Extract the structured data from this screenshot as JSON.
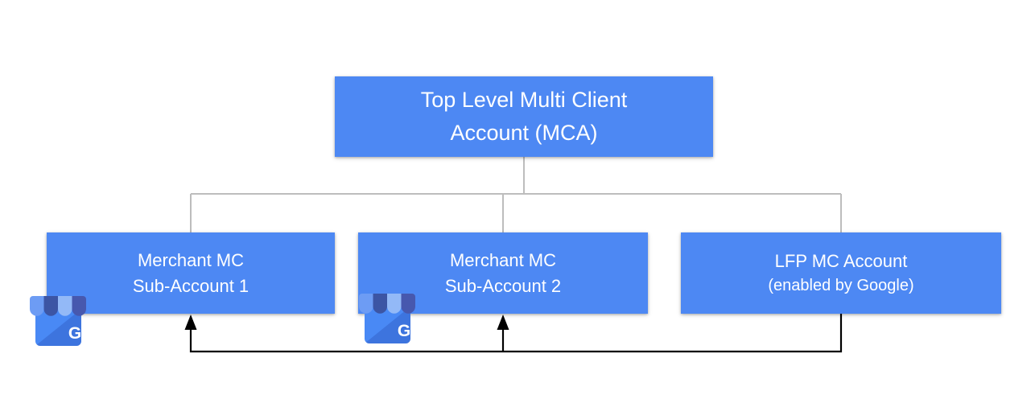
{
  "diagram": {
    "colors": {
      "canvas_bg": "#FFFFFF",
      "box_fill": "#4D88F3",
      "box_text": "#FFFFFF",
      "tree_connector": "#BDBDBD",
      "flow_connector": "#000000",
      "icon_body": "#4989F5",
      "icon_stripe_dark": "#3C55A4",
      "icon_stripe_light": "#93B9F7"
    },
    "nodes": {
      "mca": {
        "line1": "Top Level Multi Client",
        "line2": "Account (MCA)"
      },
      "sub1": {
        "line1": "Merchant MC",
        "line2": "Sub-Account 1"
      },
      "sub2": {
        "line1": "Merchant MC",
        "line2": "Sub-Account 2"
      },
      "lfp": {
        "line1": "LFP MC Account",
        "line2": "(enabled by Google)"
      }
    },
    "icons": {
      "business_profile_letter": "G"
    }
  }
}
